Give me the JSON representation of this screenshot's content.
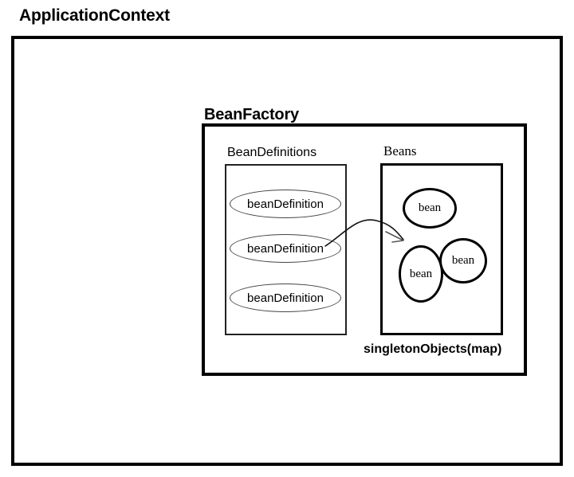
{
  "diagram": {
    "title": "ApplicationContext",
    "outer_container": {
      "label": "ApplicationContext",
      "border_color": "#000000"
    },
    "bean_factory": {
      "label": "BeanFactory",
      "border_color": "#000000"
    },
    "bean_definitions": {
      "label": "BeanDefinitions",
      "border_color": "#222222",
      "items": [
        {
          "label": "beanDefinition"
        },
        {
          "label": "beanDefinition"
        },
        {
          "label": "beanDefinition"
        }
      ]
    },
    "beans": {
      "label": "Beans",
      "caption": "singletonObjects(map)",
      "border_color": "#000000",
      "items": [
        {
          "label": "bean"
        },
        {
          "label": "bean"
        },
        {
          "label": "bean"
        }
      ]
    },
    "connector": {
      "name": "instantiation-arrow",
      "from": "beanDefinition",
      "to": "bean",
      "color": "#000000"
    }
  }
}
